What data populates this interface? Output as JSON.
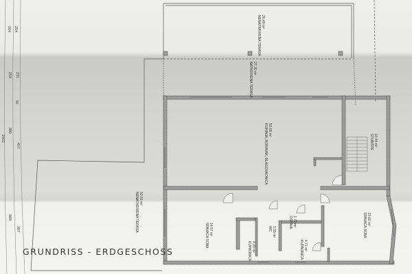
{
  "title": "GRUNDRISS - ERDGESCHOSS",
  "rooms": [
    {
      "name": "NENATKRIVENA TERASA",
      "area": "26.49 m²"
    },
    {
      "name": "NATKRIVENA TERASA",
      "area": "27.30 m²"
    },
    {
      "name": "KUHINJA, BORAVAK, BLAGOVAONICA",
      "area": "53.69 m²"
    },
    {
      "name": "STUBIŠTE",
      "area": "10.44 m²"
    },
    {
      "name": "NENATKRIVENA TERASA",
      "area": "52.53 m²"
    },
    {
      "name": "SPAVAĆA SOBA",
      "area": "14.57 m²"
    },
    {
      "name": "WC",
      "area": "1.55 m²"
    },
    {
      "name": "OSTAVA",
      "area": "1.72 m²"
    },
    {
      "name": "KUPAONICA",
      "area": "4.20 m²"
    },
    {
      "name": "KUPAONICA",
      "area": "4.71 m²"
    },
    {
      "name": "SPAVAĆA SOBA",
      "area": "13.62 m²"
    }
  ],
  "dimensions": [
    "264",
    "254",
    "231",
    "259",
    "30",
    "380",
    "1502",
    "457",
    "589",
    "397"
  ],
  "colors": {
    "wall": "#8a8a88",
    "line": "#555555",
    "paper": "#e6e6e4"
  }
}
